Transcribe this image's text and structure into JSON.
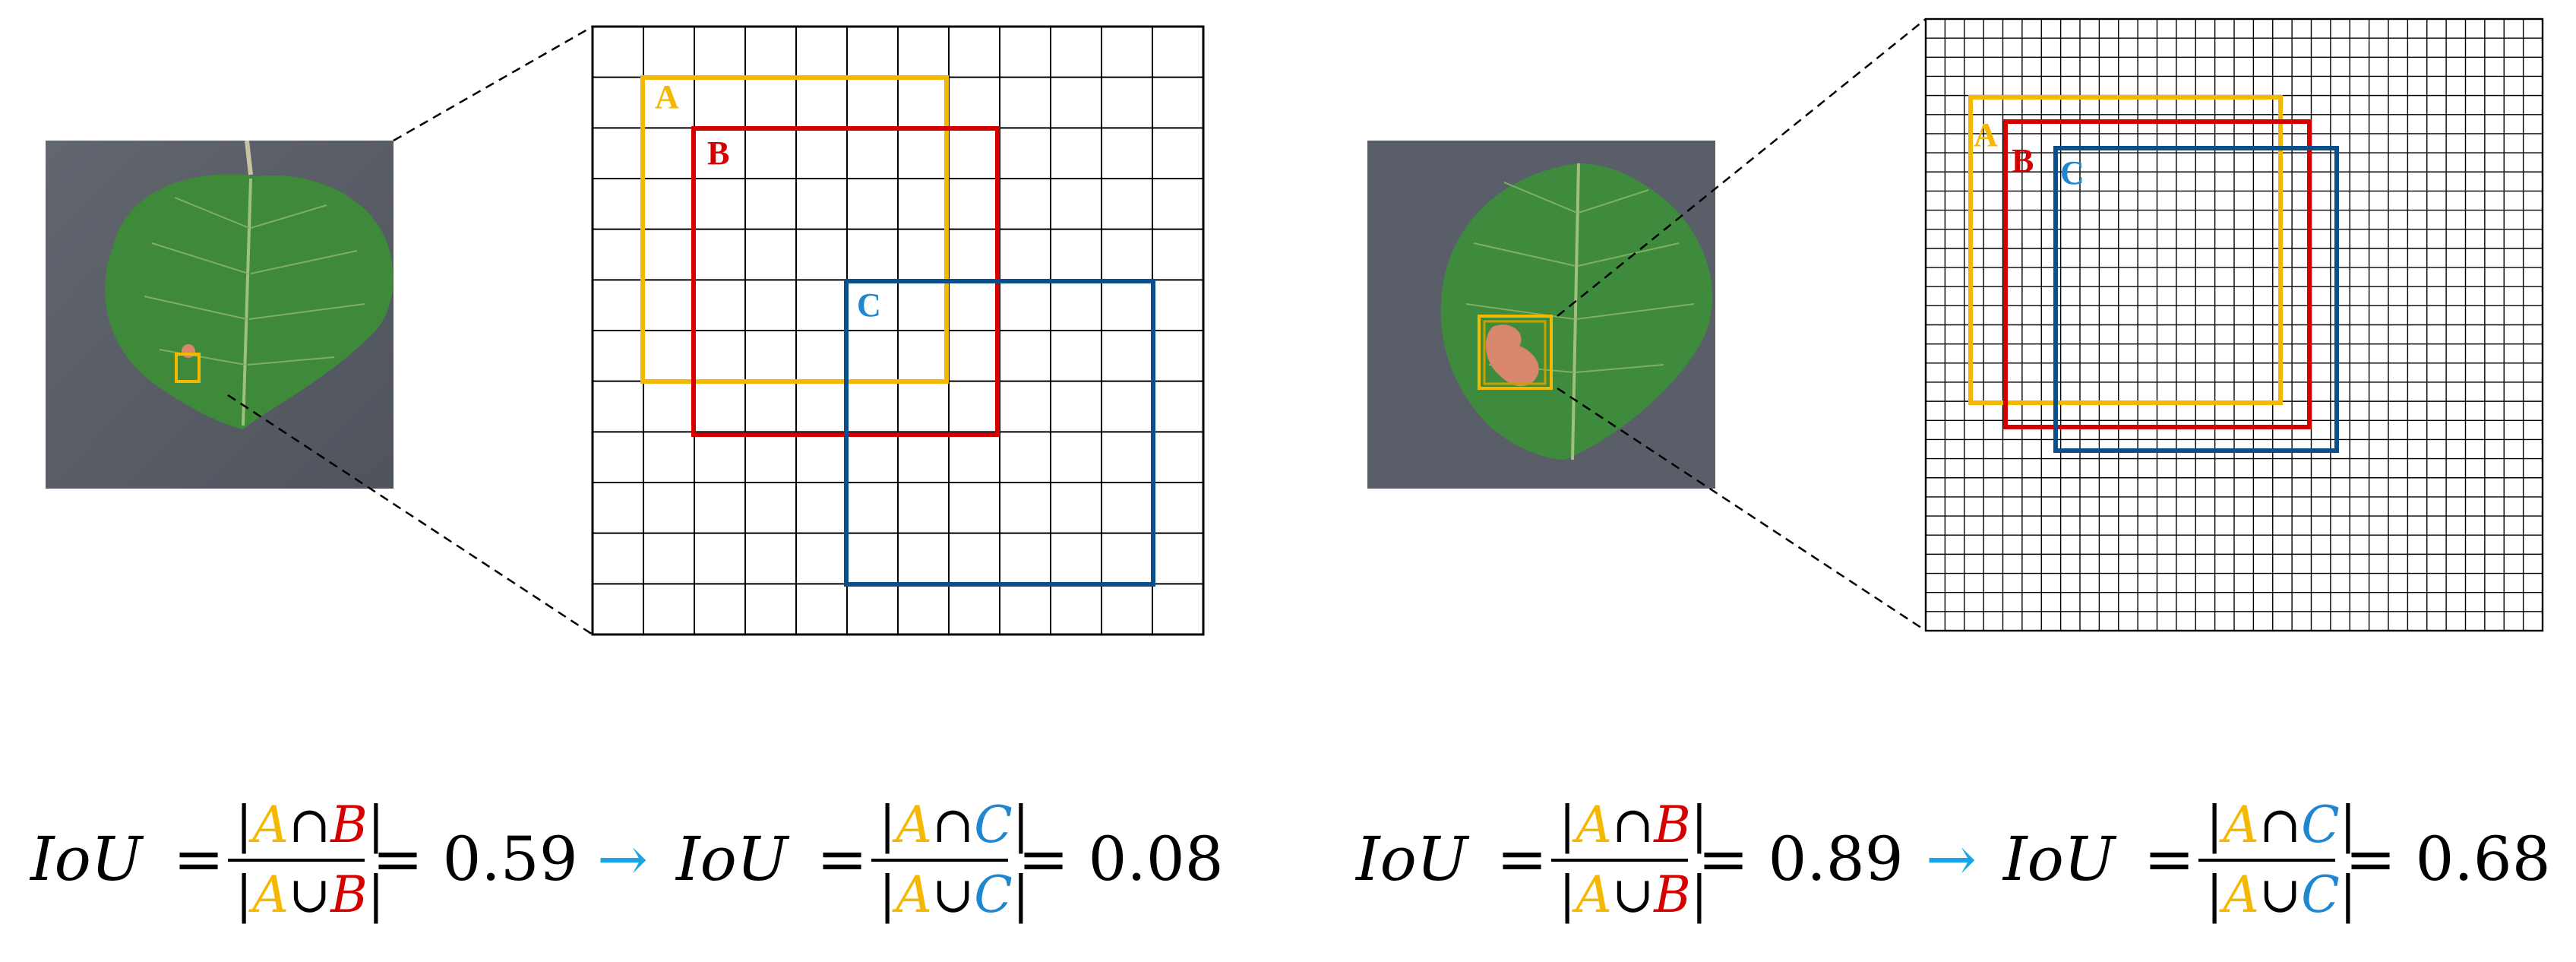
{
  "colors": {
    "A": "#f5b800",
    "B": "#d40000",
    "C": "#0a4f8c",
    "C_text": "#1f86d0",
    "arrow": "#1aa4e6",
    "grid": "#000000",
    "leaf_bg": "#5a5e68",
    "leaf": "#3f8a3a",
    "lesion": "#d9876c"
  },
  "panels": [
    {
      "labels": {
        "A": "A",
        "B": "B",
        "C": "C"
      },
      "formula": {
        "lhs": "IoU",
        "eq": "=",
        "num1": [
          "|",
          "A",
          "∩",
          "B",
          "|"
        ],
        "den1": [
          "|",
          "A",
          "∪",
          "B",
          "|"
        ],
        "val1": "= 0.59",
        "arrow": "→",
        "num2": [
          "|",
          "A",
          "∩",
          "C",
          "|"
        ],
        "den2": [
          "|",
          "A",
          "∪",
          "C",
          "|"
        ],
        "val2": "= 0.08"
      }
    },
    {
      "labels": {
        "A": "A",
        "B": "B",
        "C": "C"
      },
      "formula": {
        "lhs": "IoU",
        "eq": "=",
        "num1": [
          "|",
          "A",
          "∩",
          "B",
          "|"
        ],
        "den1": [
          "|",
          "A",
          "∪",
          "B",
          "|"
        ],
        "val1": "= 0.89",
        "arrow": "→",
        "num2": [
          "|",
          "A",
          "∩",
          "C",
          "|"
        ],
        "den2": [
          "|",
          "A",
          "∪",
          "C",
          "|"
        ],
        "val2": "= 0.68"
      }
    }
  ]
}
